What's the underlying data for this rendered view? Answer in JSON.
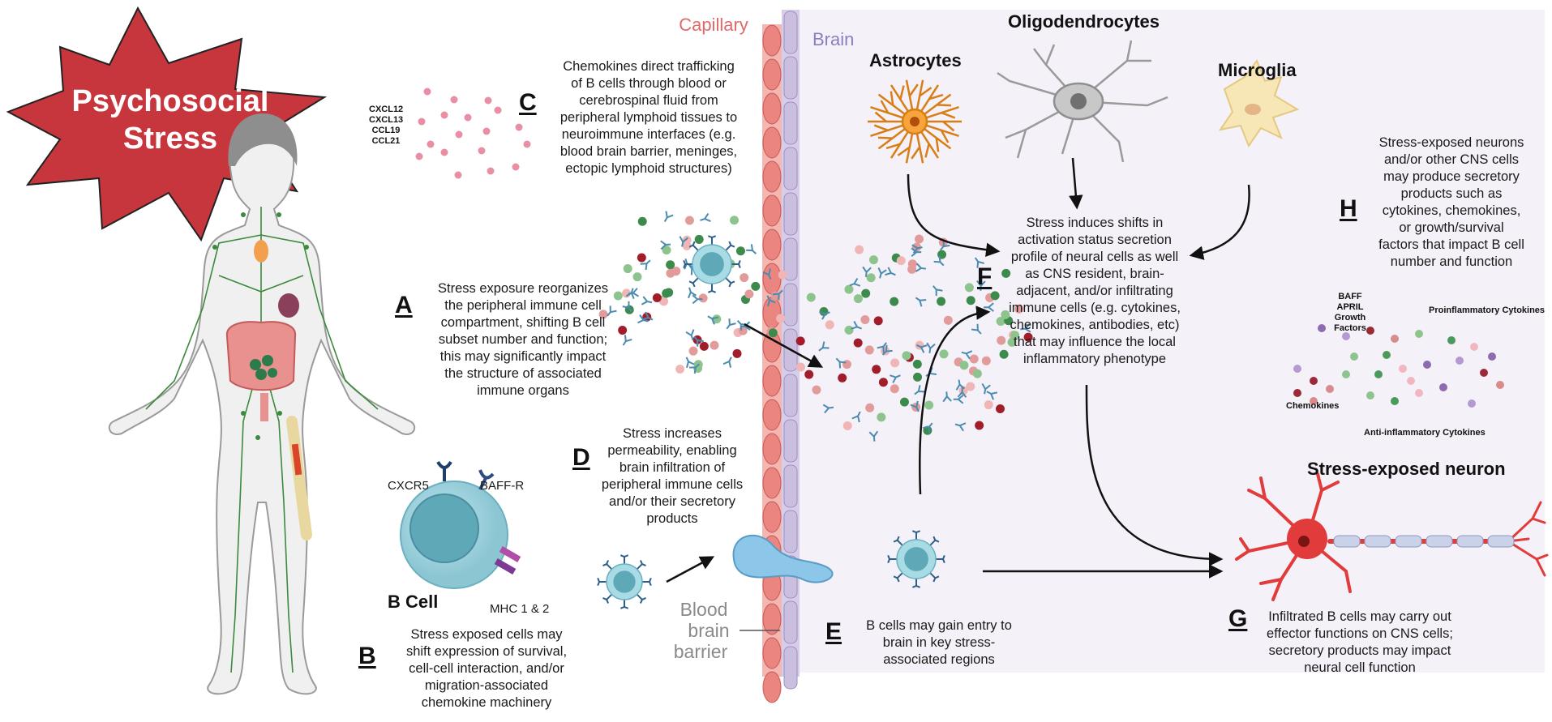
{
  "stress": {
    "line1": "Psychosocial",
    "line2": "Stress"
  },
  "chemokines_left": [
    "CXCL12",
    "CXCL13",
    "CCL19",
    "CCL21"
  ],
  "labels": {
    "capillary": "Capillary",
    "brain": "Brain",
    "oligodendrocytes": "Oligodendrocytes",
    "astrocytes": "Astrocytes",
    "microglia": "Microglia",
    "bbb": [
      "Blood",
      "brain",
      "barrier"
    ],
    "cxcr5": "CXCR5",
    "baffr": "BAFF-R",
    "mhc": "MHC 1 & 2",
    "bcell": "B Cell",
    "neuron": "Stress-exposed neuron",
    "baff": [
      "BAFF",
      "APRIL",
      "Growth Factors"
    ],
    "proinflammatory": "Proinflammatory Cytokines",
    "chemokines": "Chemokines",
    "antiinflammatory": "Anti-inflammatory Cytokines"
  },
  "panels": {
    "A": {
      "letter": "A",
      "text": [
        "Stress exposure reorganizes",
        "the peripheral immune cell",
        "compartment, shifting B cell",
        "subset number and function;",
        "this may significantly impact",
        "the structure of associated",
        "immune organs"
      ]
    },
    "B": {
      "letter": "B",
      "text": [
        "Stress exposed cells may",
        "shift expression of survival,",
        "cell-cell interaction, and/or",
        "migration-associated",
        "chemokine machinery"
      ]
    },
    "C": {
      "letter": "C",
      "text": [
        "Chemokines direct trafficking",
        "of B cells through blood or",
        "cerebrospinal fluid from",
        "peripheral lymphoid tissues to",
        "neuroimmune interfaces (e.g.",
        "blood brain barrier, meninges,",
        "ectopic lymphoid structures)"
      ]
    },
    "D": {
      "letter": "D",
      "text": [
        "Stress increases",
        "permeability, enabling",
        "brain infiltration of",
        "peripheral immune cells",
        "and/or their secretory",
        "products"
      ]
    },
    "E": {
      "letter": "E",
      "text": [
        "B cells may gain entry to",
        "brain in key stress-",
        "associated regions"
      ]
    },
    "F": {
      "letter": "F",
      "text": [
        "Stress induces shifts in",
        "activation status secretion",
        "profile of neural cells as well",
        "as CNS resident, brain-",
        "adjacent, and/or infiltrating",
        "immune cells (e.g. cytokines,",
        "chemokines, antibodies, etc)",
        "that may influence the local",
        "inflammatory phenotype"
      ]
    },
    "G": {
      "letter": "G",
      "text": [
        "Infiltrated B cells may carry out",
        "effector functions on CNS cells;",
        "secretory products may impact",
        "neural cell function"
      ]
    },
    "H": {
      "letter": "H",
      "text": [
        "Stress-exposed neurons",
        "and/or other CNS cells",
        "may produce secretory",
        "products such as",
        "cytokines, chemokines,",
        "or growth/survival",
        "factors that impact B cell",
        "number and function"
      ]
    }
  },
  "colors": {
    "brain_bg": "#f4f1f8",
    "stress_star": "#c8363d",
    "capillary": "#e87f7f",
    "bbb_wall": "#cfc6e3",
    "bcell": "#9fd4de",
    "bcell_nucleus": "#5fa8b8",
    "neuron": "#e23b3b",
    "lymph": "#3c8a3c",
    "astrocyte": "#d97d17",
    "microglia": "#f7e7b6",
    "oligodendrocyte": "#b8b8b8"
  }
}
